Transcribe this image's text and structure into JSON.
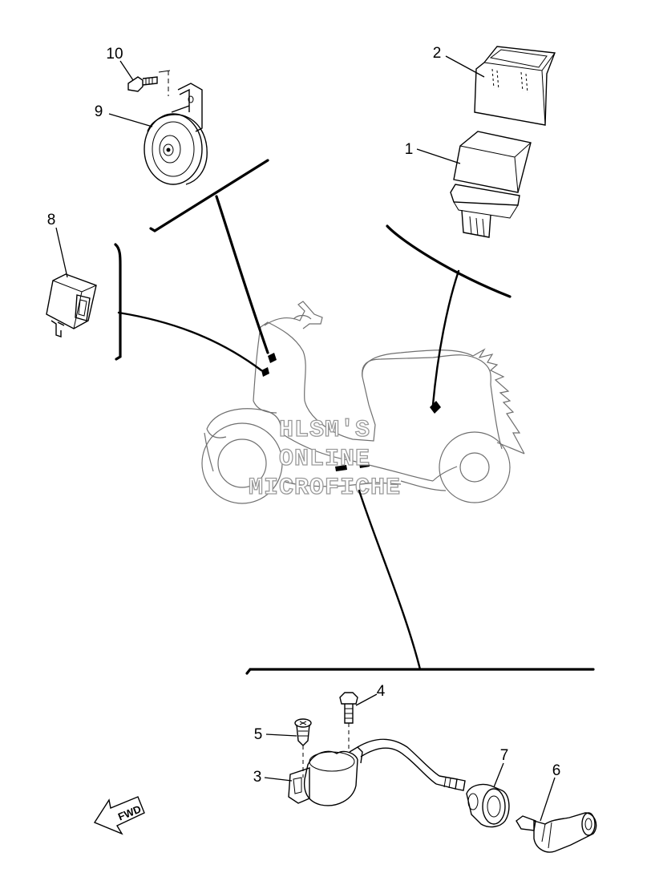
{
  "callouts": [
    {
      "id": "10",
      "label": "10"
    },
    {
      "id": "9",
      "label": "9"
    },
    {
      "id": "8",
      "label": "8"
    },
    {
      "id": "2",
      "label": "2"
    },
    {
      "id": "1",
      "label": "1"
    },
    {
      "id": "4",
      "label": "4"
    },
    {
      "id": "5",
      "label": "5"
    },
    {
      "id": "3",
      "label": "3"
    },
    {
      "id": "7",
      "label": "7"
    },
    {
      "id": "6",
      "label": "6"
    }
  ],
  "watermark": {
    "line1": "HLSM'S",
    "line2": "ONLINE",
    "line3": "MICROFICHE"
  },
  "direction_marker": {
    "label": "FWD"
  },
  "colors": {
    "line": "#000000",
    "scooter_outline": "#6f6f6f",
    "watermark_stroke": "#9a9a9a",
    "background": "#ffffff"
  }
}
